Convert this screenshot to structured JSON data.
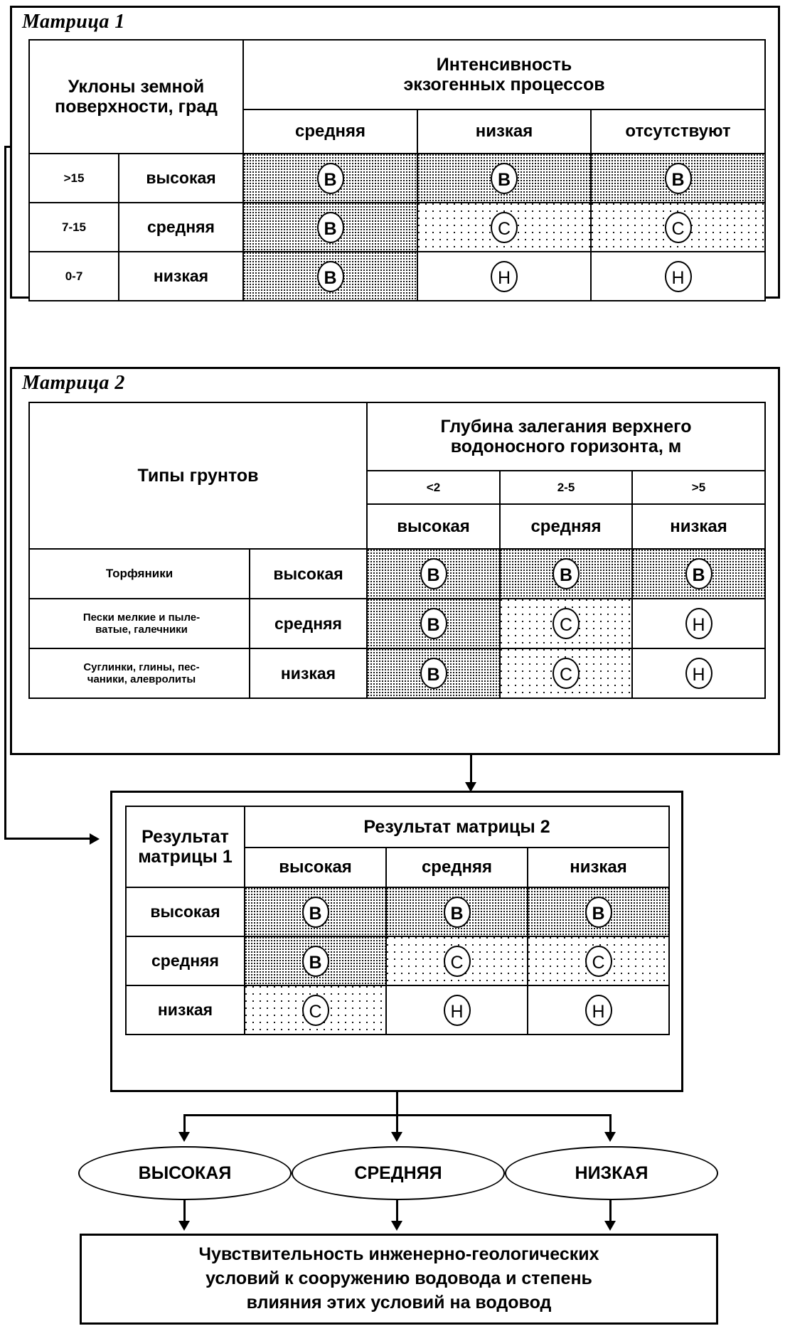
{
  "matrix1": {
    "title": "Матрица 1",
    "row_header": "Уклоны земной\nповерхности, град",
    "col_header": "Интенсивность\nэкзогенных процессов",
    "col_labels": [
      "средняя",
      "низкая",
      "отсутствуют"
    ],
    "rows": [
      {
        "range": ">15",
        "level": "высокая",
        "cells": [
          "В",
          "В",
          "В"
        ],
        "fills": [
          "dense",
          "dense",
          "dense"
        ]
      },
      {
        "range": "7-15",
        "level": "средняя",
        "cells": [
          "В",
          "С",
          "С"
        ],
        "fills": [
          "dense",
          "sparse",
          "sparse"
        ]
      },
      {
        "range": "0-7",
        "level": "низкая",
        "cells": [
          "В",
          "Н",
          "Н"
        ],
        "fills": [
          "dense",
          "none",
          "none"
        ]
      }
    ]
  },
  "matrix2": {
    "title": "Матрица 2",
    "row_header": "Типы грунтов",
    "col_header": "Глубина залегания верхнего\nводоносного горизонта, м",
    "depth_labels": [
      "<2",
      "2-5",
      ">5"
    ],
    "col_labels": [
      "высокая",
      "средняя",
      "низкая"
    ],
    "rows": [
      {
        "soil": "Торфяники",
        "level": "высокая",
        "cells": [
          "В",
          "В",
          "В"
        ],
        "fills": [
          "dense",
          "dense",
          "dense"
        ]
      },
      {
        "soil": "Пески мелкие и пыле-\nватые, галечники",
        "level": "средняя",
        "cells": [
          "В",
          "С",
          "Н"
        ],
        "fills": [
          "dense",
          "sparse",
          "none"
        ]
      },
      {
        "soil": "Суглинки, глины, пес-\nчаники, алевролиты",
        "level": "низкая",
        "cells": [
          "В",
          "С",
          "Н"
        ],
        "fills": [
          "dense",
          "sparse",
          "none"
        ]
      }
    ]
  },
  "result_matrix": {
    "row_header": "Результат\nматрицы 1",
    "col_header": "Результат матрицы 2",
    "col_labels": [
      "высокая",
      "средняя",
      "низкая"
    ],
    "rows": [
      {
        "level": "высокая",
        "cells": [
          "В",
          "В",
          "В"
        ],
        "fills": [
          "dense",
          "dense",
          "dense"
        ]
      },
      {
        "level": "средняя",
        "cells": [
          "В",
          "С",
          "С"
        ],
        "fills": [
          "dense",
          "sparse",
          "sparse"
        ]
      },
      {
        "level": "низкая",
        "cells": [
          "С",
          "Н",
          "Н"
        ],
        "fills": [
          "sparse",
          "none",
          "none"
        ]
      }
    ]
  },
  "outcomes": [
    "ВЫСОКАЯ",
    "СРЕДНЯЯ",
    "НИЗКАЯ"
  ],
  "conclusion": "Чувствительность инженерно-геологических\nусловий к сооружению водовода и степень\nвлияния этих условий на водовод",
  "colors": {
    "stroke": "#000000",
    "background": "#ffffff"
  }
}
